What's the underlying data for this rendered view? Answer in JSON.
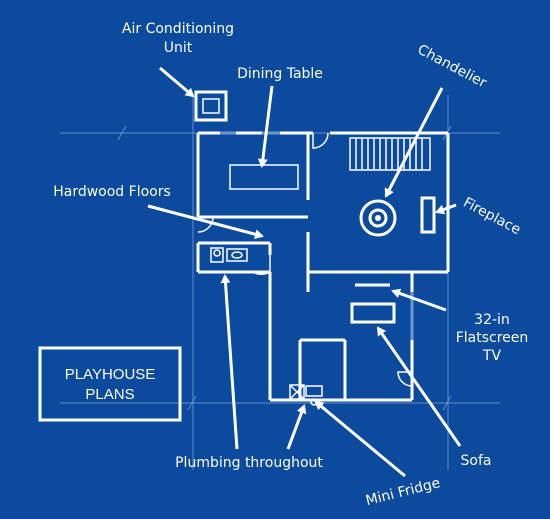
{
  "title_box": {
    "line1": "PLAYHOUSE",
    "line2": "PLANS"
  },
  "labels": {
    "ac_line1": "Air Conditioning",
    "ac_line2": "Unit",
    "dining_table": "Dining Table",
    "chandelier": "Chandelier",
    "hardwood_floors": "Hardwood Floors",
    "fireplace": "Fireplace",
    "tv_line1": "32-in",
    "tv_line2": "Flatscreen",
    "tv_line3": "TV",
    "plumbing": "Plumbing throughout",
    "sofa": "Sofa",
    "mini_fridge": "Mini Fridge"
  },
  "colors": {
    "background": "#0b4a9c",
    "lines": "#ffffff",
    "guides": "#6f96cf"
  }
}
